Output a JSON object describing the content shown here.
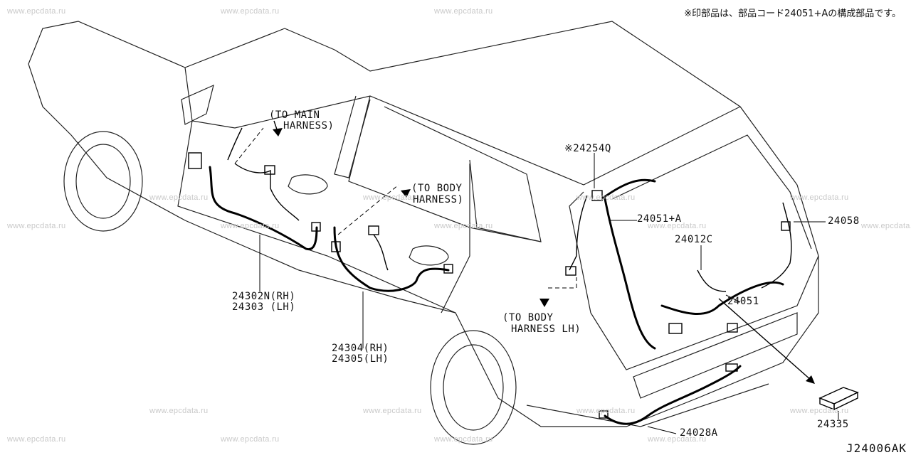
{
  "note": "※印部品は、部品コード24051+Aの構成部品です。",
  "diagram_code": "J24006AK",
  "watermark": "www.epcdata.ru",
  "labels": {
    "to_main_harness_1": "(TO MAIN",
    "to_main_harness_2": "HARNESS)",
    "to_body_harness_1": "(TO BODY",
    "to_body_harness_2": "HARNESS)",
    "to_body_harness_lh_1": "(TO BODY",
    "to_body_harness_lh_2": "HARNESS LH)",
    "p24302n": "24302N(RH)",
    "p24303": "24303 (LH)",
    "p24304": "24304(RH)",
    "p24305": "24305(LH)",
    "p24254q": "※24254Q",
    "p24051a": "24051+A",
    "p24012c": "24012C",
    "p24058": "24058",
    "p24051": "24051",
    "p24028a": "24028A",
    "p24335": "24335"
  }
}
